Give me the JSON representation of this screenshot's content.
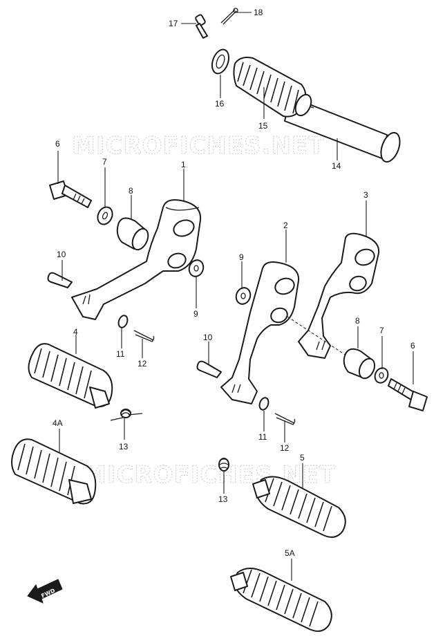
{
  "watermark": {
    "text": "MICROFICHES.NET"
  },
  "direction_marker": "FWD",
  "callouts": [
    "17",
    "18",
    "16",
    "15",
    "14",
    "6",
    "7",
    "1",
    "8",
    "10",
    "9",
    "11",
    "12",
    "3",
    "2",
    "9",
    "8",
    "7",
    "6",
    "4",
    "10",
    "13",
    "11",
    "12",
    "4A",
    "5",
    "13",
    "5A"
  ]
}
